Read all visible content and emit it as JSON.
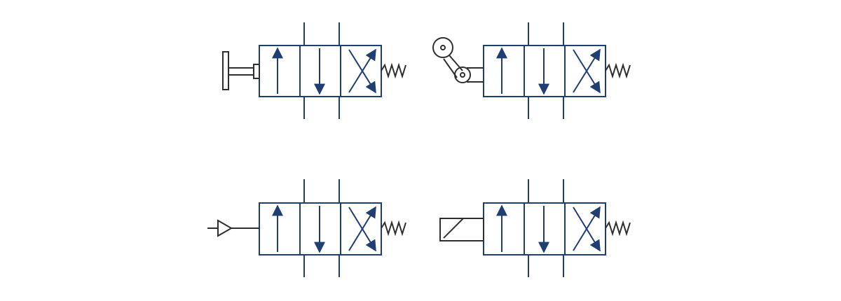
{
  "colors": {
    "background": "#ffffff",
    "valve_stroke": "#1f3f73",
    "arrow_fill": "#1f3f73",
    "actuator_stroke": "#2f2f2f"
  },
  "valves": [
    {
      "name": "valve-pushbutton",
      "actuator": "pushbutton-icon",
      "return": "spring-icon",
      "envelopes": [
        "flow-up",
        "flow-down",
        "cross-flow"
      ]
    },
    {
      "name": "valve-roller-lever",
      "actuator": "roller-lever-icon",
      "return": "spring-icon",
      "envelopes": [
        "flow-up",
        "flow-down",
        "cross-flow"
      ]
    },
    {
      "name": "valve-pilot",
      "actuator": "pilot-triangle-icon",
      "return": "spring-icon",
      "envelopes": [
        "flow-up",
        "flow-down",
        "cross-flow"
      ]
    },
    {
      "name": "valve-solenoid",
      "actuator": "solenoid-icon",
      "return": "spring-icon",
      "envelopes": [
        "flow-up",
        "flow-down",
        "cross-flow"
      ]
    }
  ]
}
